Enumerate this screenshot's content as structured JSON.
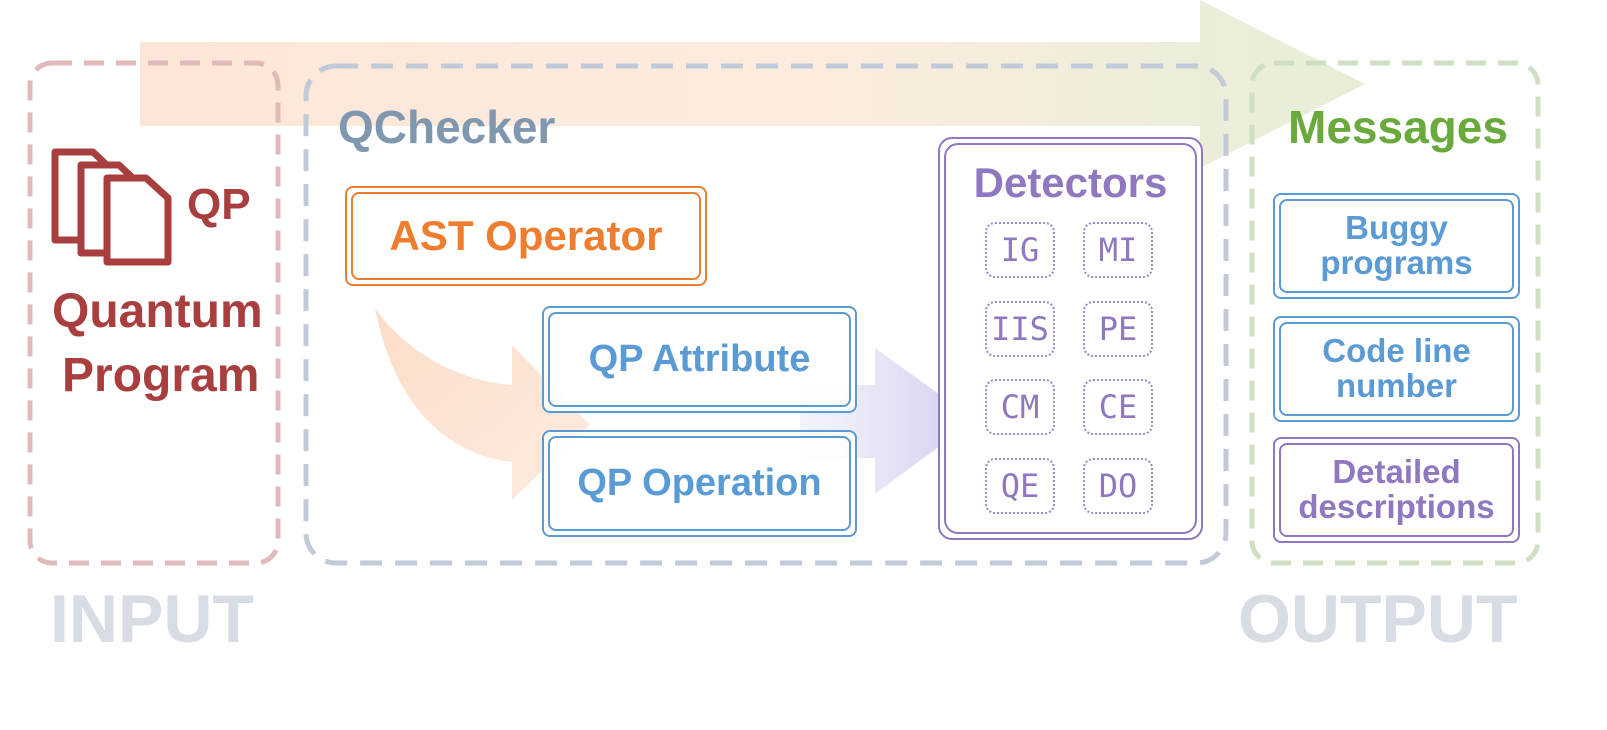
{
  "input": {
    "icon_label": "QP",
    "title_line1": "Quantum",
    "title_line2": "Program",
    "section_label": "INPUT"
  },
  "qchecker": {
    "title": "QChecker",
    "ast_operator": "AST Operator",
    "qp_attribute": "QP Attribute",
    "qp_operation": "QP Operation"
  },
  "detectors": {
    "title": "Detectors",
    "items": [
      "IG",
      "MI",
      "IIS",
      "PE",
      "CM",
      "CE",
      "QE",
      "DO"
    ]
  },
  "output": {
    "title": "Messages",
    "msg1_line1": "Buggy",
    "msg1_line2": "programs",
    "msg2_line1": "Code line",
    "msg2_line2": "number",
    "msg3_line1": "Detailed",
    "msg3_line2": "descriptions",
    "section_label": "OUTPUT"
  },
  "colors": {
    "input": "#a83e3e",
    "qchecker": "#8097b0",
    "ast": "#ef7d2f",
    "qp": "#5a9bd5",
    "detector": "#8f78bf",
    "messages": "#6aaa3d",
    "section_label": "#d7dce5"
  }
}
